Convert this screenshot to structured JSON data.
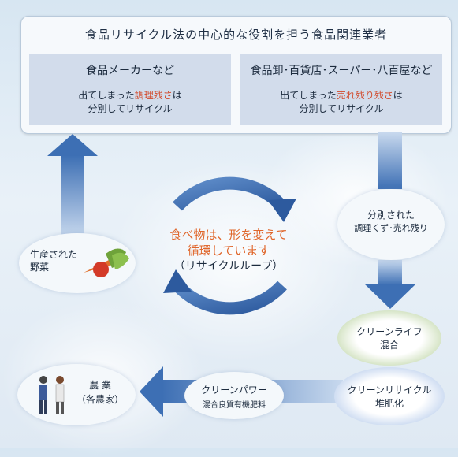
{
  "header": {
    "title": "食品リサイクル法の中心的な役割を担う食品関連業者"
  },
  "left_box": {
    "heading": "食品メーカーなど",
    "line1_prefix": "出てしまった",
    "line1_highlight": "調理残さ",
    "line1_suffix": "は",
    "line2": "分別してリサイクル"
  },
  "right_box": {
    "heading": "食品卸･百貨店･スーパー･八百屋など",
    "line1_prefix": "出てしまった",
    "line1_highlight": "売れ残り残さ",
    "line1_suffix": "は",
    "line2": "分別してリサイクル"
  },
  "center": {
    "line1": "食べ物は、形を変えて",
    "line2": "循環しています",
    "line3": "（リサイクルループ）"
  },
  "nodes": {
    "sorted_waste": {
      "line1": "分別された",
      "line2": "調理くず･売れ残り"
    },
    "clean_life": {
      "line1": "クリーンライフ",
      "line2": "混合"
    },
    "clean_recycle": {
      "line1": "クリーンリサイクル",
      "line2": "堆肥化"
    },
    "clean_power": {
      "line1": "クリーンパワー",
      "line2": "混合良質有機肥料"
    },
    "farmer": {
      "line1": "農 業",
      "line2": "（各農家）"
    },
    "vegetables": {
      "line1": "生産された",
      "line2": "野菜"
    }
  },
  "colors": {
    "flow_arrow": "#3d6fb4",
    "highlight_red": "#d24a2c",
    "center_orange": "#e0662b",
    "clean_life_ring": "#6f9a3e",
    "clean_recycle_ring": "#3f74c0"
  }
}
